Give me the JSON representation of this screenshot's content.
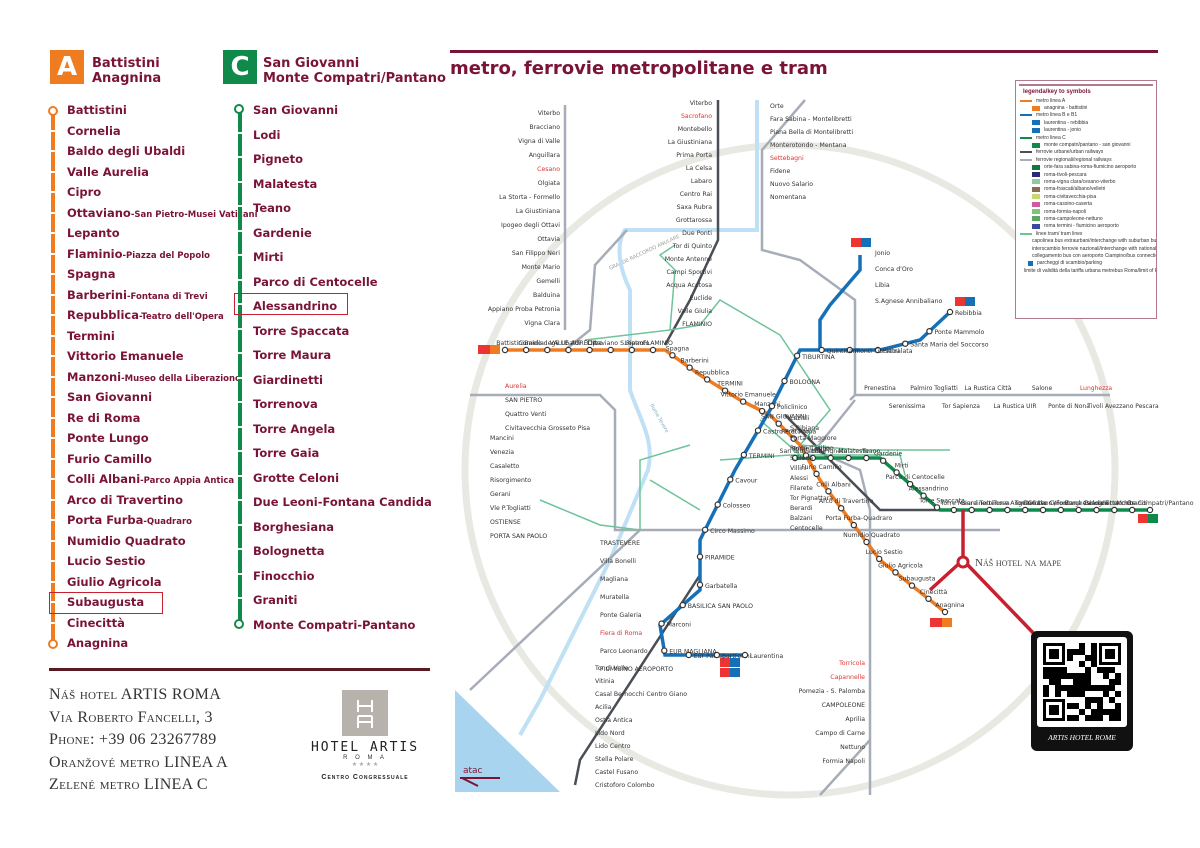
{
  "colors": {
    "line_a": "#f07c22",
    "line_b": "#1670b8",
    "line_c": "#0f8a4a",
    "heading": "#7a1435",
    "highlight": "#c8202e",
    "urban_rail": "#4a4e55",
    "regional_rail": "#a7adb8",
    "tram": "#6fc39a",
    "river": "#bfe0f5"
  },
  "line_a": {
    "badge": "A",
    "title_line1": "Battistini",
    "title_line2": "Anagnina",
    "stops": [
      {
        "name": "Battistini",
        "sub": ""
      },
      {
        "name": "Cornelia",
        "sub": ""
      },
      {
        "name": "Baldo degli Ubaldi",
        "sub": ""
      },
      {
        "name": "Valle Aurelia",
        "sub": ""
      },
      {
        "name": "Cipro",
        "sub": ""
      },
      {
        "name": "Ottaviano",
        "sub": "-San Pietro-Musei Vaticani"
      },
      {
        "name": "Lepanto",
        "sub": ""
      },
      {
        "name": "Flaminio",
        "sub": "-Piazza del Popolo"
      },
      {
        "name": "Spagna",
        "sub": ""
      },
      {
        "name": "Barberini",
        "sub": "-Fontana di Trevi"
      },
      {
        "name": "Repubblica",
        "sub": "-Teatro dell'Opera"
      },
      {
        "name": "Termini",
        "sub": ""
      },
      {
        "name": "Vittorio Emanuele",
        "sub": ""
      },
      {
        "name": "Manzoni",
        "sub": "-Museo della Liberazione"
      },
      {
        "name": "San Giovanni",
        "sub": ""
      },
      {
        "name": "Re di Roma",
        "sub": ""
      },
      {
        "name": "Ponte Lungo",
        "sub": ""
      },
      {
        "name": "Furio Camillo",
        "sub": ""
      },
      {
        "name": "Colli Albani",
        "sub": "-Parco Appia Antica"
      },
      {
        "name": "Arco di Travertino",
        "sub": ""
      },
      {
        "name": "Porta Furba",
        "sub": "-Quadraro"
      },
      {
        "name": "Numidio Quadrato",
        "sub": ""
      },
      {
        "name": "Lucio Sestio",
        "sub": ""
      },
      {
        "name": "Giulio Agricola",
        "sub": ""
      },
      {
        "name": "Subaugusta",
        "sub": ""
      },
      {
        "name": "Cinecittà",
        "sub": ""
      },
      {
        "name": "Anagnina",
        "sub": ""
      }
    ],
    "highlighted_stop": "Subaugusta"
  },
  "line_c": {
    "badge": "C",
    "title_line1": "San Giovanni",
    "title_line2": "Monte Compatri/Pantano",
    "stops": [
      {
        "name": "San Giovanni"
      },
      {
        "name": "Lodi"
      },
      {
        "name": "Pigneto"
      },
      {
        "name": "Malatesta"
      },
      {
        "name": "Teano"
      },
      {
        "name": "Gardenie"
      },
      {
        "name": "Mirti"
      },
      {
        "name": "Parco di Centocelle"
      },
      {
        "name": "Alessandrino"
      },
      {
        "name": "Torre Spaccata"
      },
      {
        "name": "Torre Maura"
      },
      {
        "name": "Giardinetti"
      },
      {
        "name": "Torrenova"
      },
      {
        "name": "Torre Angela"
      },
      {
        "name": "Torre Gaia"
      },
      {
        "name": "Grotte Celoni"
      },
      {
        "name": "Due Leoni-Fontana Candida"
      },
      {
        "name": "Borghesiana"
      },
      {
        "name": "Bolognetta"
      },
      {
        "name": "Finocchio"
      },
      {
        "name": "Graniti"
      },
      {
        "name": "Monte Compatri-Pantano"
      }
    ],
    "highlighted_stop": "Alessandrino"
  },
  "hotel": {
    "lines": [
      "Náš hotel ARTIS ROMA",
      "Via Roberto Fancelli, 3",
      "Phone: +39 06 23267789",
      "Oranžové metro LINEA A",
      "Zelené metro LINEA C"
    ],
    "logo_name": "HOTEL ARTIS",
    "logo_city": "R O M A",
    "logo_stars": "★ ★ ★ ★",
    "logo_tagline": "Centro Congressuale"
  },
  "map": {
    "title": "metro, ferrovie metropolitane e tram",
    "hotel_marker_label": "Náš hotel na mape",
    "qr_caption": "ARTIS HOTEL ROME",
    "ring_road_label": "GRANDE RACCORDO ANULARE",
    "river_label": "fiume Tevere",
    "operator": "atac",
    "labels": {
      "line_a": [
        "Battistini",
        "Cornelia",
        "Baldo degli Ubaldi",
        "VALLE AURELIA",
        "Cipro",
        "Ottaviano S.Pietro",
        "Lepanto",
        "FLAMINIO",
        "Spagna",
        "Barberini",
        "Repubblica",
        "TERMINI",
        "Vittorio Emanuele",
        "Manzoni",
        "SAN GIOVANNI",
        "Re di Roma",
        "Ponte Lungo",
        "Furio Camillo",
        "Colli Albani",
        "Arco di Travertino",
        "Porta Furba-Quadraro",
        "Numidio Quadrato",
        "Lucio Sestio",
        "Giulio Agricola",
        "Subaugusta",
        "Cinecittà",
        "Anagnina"
      ],
      "line_b": [
        "Rebibbia",
        "Ponte Mammolo",
        "Santa Maria del Soccorso",
        "Pietralata",
        "Monti Tiburtini",
        "Quintiliani",
        "TIBURTINA",
        "BOLOGNA",
        "Policlinico",
        "Castro Pretorio",
        "TERMINI",
        "Cavour",
        "Colosseo",
        "Circo Massimo",
        "PIRAMIDE",
        "Garbatella",
        "BASILICA SAN PAOLO",
        "Marconi",
        "EUR MAGLIANA",
        "Eur Palasport",
        "Eur Fermi",
        "Laurentina"
      ],
      "line_b1": [
        "Jonio",
        "Conca d'Oro",
        "Libia",
        "S.Agnese Annibaliano"
      ],
      "line_c": [
        "San Giovanni",
        "Lodi",
        "Pigneto",
        "Malatesta",
        "Teano",
        "Gardenie",
        "Mirti",
        "Parco di Centocelle",
        "Alessandrino",
        "Torre Spaccata",
        "Torre Maura",
        "Giardinetti",
        "Torrenova",
        "Torre Angela",
        "Torre Gaia",
        "Grotte Celoni",
        "Due Leoni/Fontana Candida",
        "Borghesiana",
        "Bolognetta",
        "Finocchio",
        "Graniti",
        "Monte Compatri/Pantano"
      ],
      "fl3": [
        "Viterbo",
        "Bracciano",
        "Vigna di Valle",
        "Anguillara",
        "Cesano",
        "Olgiata",
        "La Storta - Formello",
        "La Giustiniana",
        "Ipogeo degli Ottavi",
        "Ottavia",
        "San Filippo Neri",
        "Monte Mario",
        "Gemelli",
        "Balduina",
        "Appiano Proba Petronia",
        "Vigna Clara"
      ],
      "roma_viterbo": [
        "Viterbo",
        "Sacrofano",
        "Montebello",
        "La Giustiniana",
        "Prima Porta",
        "La Celsa",
        "Labaro",
        "Centro Rai",
        "Saxa Rubra",
        "Grottarossa",
        "Due Ponti",
        "Tor di Quinto",
        "Monte Antenne",
        "Campi Sportivi",
        "Acqua Acetosa",
        "Euclide",
        "Valle Giulia",
        "FLAMINIO"
      ],
      "fl1_north": [
        "Orte",
        "Fara Sabina - Montelibretti",
        "Piana Bella di Montelibretti",
        "Monterotondo - Mentana",
        "Settebagni",
        "Fidene",
        "Nuovo Salario",
        "Nomentana"
      ],
      "fl2": [
        "Prenestina",
        "Serenissima",
        "Palmiro Togliatti",
        "Tor Sapienza",
        "La Rustica Città",
        "La Rustica UIR",
        "Salone",
        "Ponte di Nona",
        "Lunghezza",
        "Tivoli Avezzano Pescara"
      ],
      "fl5": [
        "Aurelia",
        "SAN PIETRO",
        "Quattro Venti",
        "Civitavecchia Grosseto Pisa"
      ],
      "fl1_south": [
        "TRASTEVERE",
        "Villa Bonelli",
        "Magliana",
        "Muratella",
        "Ponte Galeria",
        "Fiera di Roma",
        "Parco Leonardo",
        "FIUMICINO AEROPORTO"
      ],
      "roma_lido": [
        "Tor di Valle",
        "Vitinia",
        "Casal Bernocchi Centro Giano",
        "Acilia",
        "Ostia Antica",
        "Lido Nord",
        "Lido Centro",
        "Stella Polare",
        "Castel Fusano",
        "Cristoforo Colombo"
      ],
      "fl4_fl7_fl8": [
        "Torricola",
        "Capannelle",
        "Pomezia - S. Palomba",
        "CAMPOLEONE",
        "Aprilia",
        "Campo di Carne",
        "Nettuno",
        "Formia Napoli"
      ],
      "roma_giardinetti": [
        "Laziali",
        "S.Bibiana",
        "Porta Maggiore",
        "Ponte Casilino",
        "S.Elena",
        "Villini",
        "Alessi",
        "Filarete",
        "Tor Pignattara",
        "Berardi",
        "Balzani",
        "Centocelle"
      ],
      "tram": [
        "Mancini",
        "Venezia",
        "Casaletto",
        "Risorgimento",
        "Gerani",
        "Vle P.Togliatti",
        "OSTIENSE",
        "PORTA SAN PAOLO"
      ]
    }
  },
  "legend": {
    "title": "legenda/key to symbols",
    "items": [
      {
        "kind": "line",
        "color": "#f07c22",
        "label": "metro linea A"
      },
      {
        "kind": "box",
        "color": "#f07c22",
        "label": "anagnina - battistini"
      },
      {
        "kind": "line",
        "color": "#1670b8",
        "label": "metro linea B e B1"
      },
      {
        "kind": "box",
        "color": "#1670b8",
        "label": "laurentina - rebibbia"
      },
      {
        "kind": "box",
        "color": "#1670b8",
        "label": "laurentina - jonio"
      },
      {
        "kind": "line",
        "color": "#0f8a4a",
        "label": "metro linea C"
      },
      {
        "kind": "box",
        "color": "#0f8a4a",
        "label": "monte compatri/pantano - san giovanni"
      },
      {
        "kind": "line",
        "color": "#4a4e55",
        "label": "ferrovie urbane/urban railways"
      },
      {
        "kind": "line",
        "color": "#a7adb8",
        "label": "ferrovie regionali/regional railways"
      },
      {
        "kind": "box",
        "color": "#0f7a3a",
        "label": "orte-fara sabina-roma-fiumicino aeroporto"
      },
      {
        "kind": "box",
        "color": "#2a2a7a",
        "label": "roma-tivoli-pescara"
      },
      {
        "kind": "box",
        "color": "#8fc9a0",
        "label": "roma-vigna clara/cesano-viterbo"
      },
      {
        "kind": "box",
        "color": "#8a6a50",
        "label": "roma-frascati/albano/velletri"
      },
      {
        "kind": "box",
        "color": "#c7d96a",
        "label": "roma-civitavecchia-pisa"
      },
      {
        "kind": "box",
        "color": "#d05aa0",
        "label": "roma-cassino-caserta"
      },
      {
        "kind": "box",
        "color": "#7cc47a",
        "label": "roma-formia-napoli"
      },
      {
        "kind": "box",
        "color": "#5aa860",
        "label": "roma-campoleone-nettuno"
      },
      {
        "kind": "box",
        "color": "#3a4aa0",
        "label": "roma termini - fiumicino aeroporto"
      },
      {
        "kind": "line",
        "color": "#6fc39a",
        "label": "linee tram/ tram lines"
      },
      {
        "kind": "icon",
        "color": "#b03060",
        "label": "capolinea bus extraurbani/interchange with suburban buses"
      },
      {
        "kind": "icon",
        "color": "#222222",
        "label": "interscambio ferrovie nazionali/interchange with national railways"
      },
      {
        "kind": "icon",
        "color": "#222222",
        "label": "collegamento bus con aeroporto Ciampino/bus connection with Ciampino airport"
      },
      {
        "kind": "icon",
        "color": "#1670b8",
        "label": "parcheggi di scambio/parking"
      },
      {
        "kind": "text",
        "color": "#d33",
        "label": "limite di validità della tariffa urbana metrebus Roma/limit of Rome metrebus tickets"
      }
    ],
    "aurelia_marker": "Aurelia"
  }
}
